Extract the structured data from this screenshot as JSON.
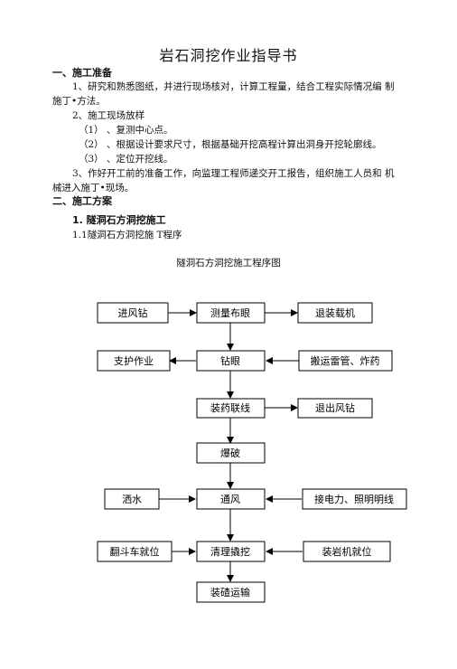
{
  "document": {
    "title": "岩石洞挖作业指导书",
    "section1": {
      "heading": "一、施工准备",
      "item1_line1": "1、研究和熟悉图纸，并进行现场核对，计算工程量，结合工程实际情况编 制",
      "item1_line2": "施丁•方法。",
      "item2": "2、施工现场放样",
      "sub1": "（1） 、复测中心点。",
      "sub2": "（2） 、根据设计要求尺寸，根据基础开挖高程计算出洞身开挖轮廓线。",
      "sub3": "（3） 、定位开挖线。",
      "item3_line1": "3、作好开工前的准备工作，向监理工程师递交开工报告，组织施工人员和 机",
      "item3_line2": "械进入施丁•现场。"
    },
    "section2": {
      "heading": "二、施工方案",
      "subheading": "1. 隧洞石方洞挖施工",
      "subsub": "1.1隧洞石方洞挖施 T程序"
    }
  },
  "flowchart": {
    "title": "隧洞石方洞挖施工程序图",
    "boxes": {
      "jinfengzuan": "进风钻",
      "celiangbuyan": "测量布眼",
      "tuizhuangzaiji": "退装载机",
      "zhihuzuoye": "支护作业",
      "zuanyan": "钻眼",
      "banyun": "搬运雷管、炸药",
      "zhuangyao": "装药联线",
      "tuichu": "退出风钻",
      "baopo": "爆破",
      "sashui": "洒水",
      "tongfeng": "通风",
      "jiedianli": "接电力、照明明线",
      "fandouche": "翻斗车就位",
      "qingli": "清理撬挖",
      "zhuangyanji": "装岩机就位",
      "zhuangzha": "装碴运输"
    }
  }
}
